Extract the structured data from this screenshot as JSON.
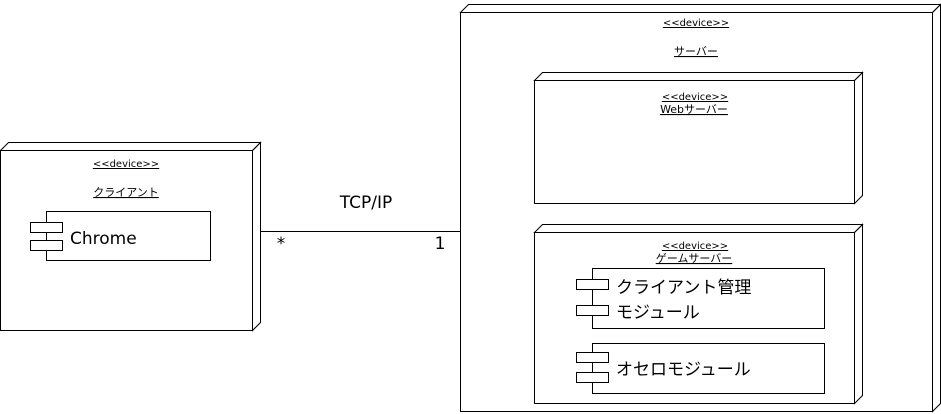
{
  "diagram": {
    "client_node": {
      "stereotype": "<<device>>",
      "name": "クライアント",
      "components": [
        "Chrome"
      ]
    },
    "server_node": {
      "stereotype": "<<device>>",
      "name": "サーバー",
      "web_server": {
        "stereotype": "<<device>>",
        "name": "Webサーバー"
      },
      "game_server": {
        "stereotype": "<<device>>",
        "name": "ゲームサーバー",
        "components": [
          {
            "line1": "クライアント管理",
            "line2": "モジュール"
          },
          {
            "line1": "オセロモジュール"
          }
        ]
      }
    },
    "connection": {
      "label": "TCP/IP",
      "client_multiplicity": "*",
      "server_multiplicity": "1"
    }
  }
}
